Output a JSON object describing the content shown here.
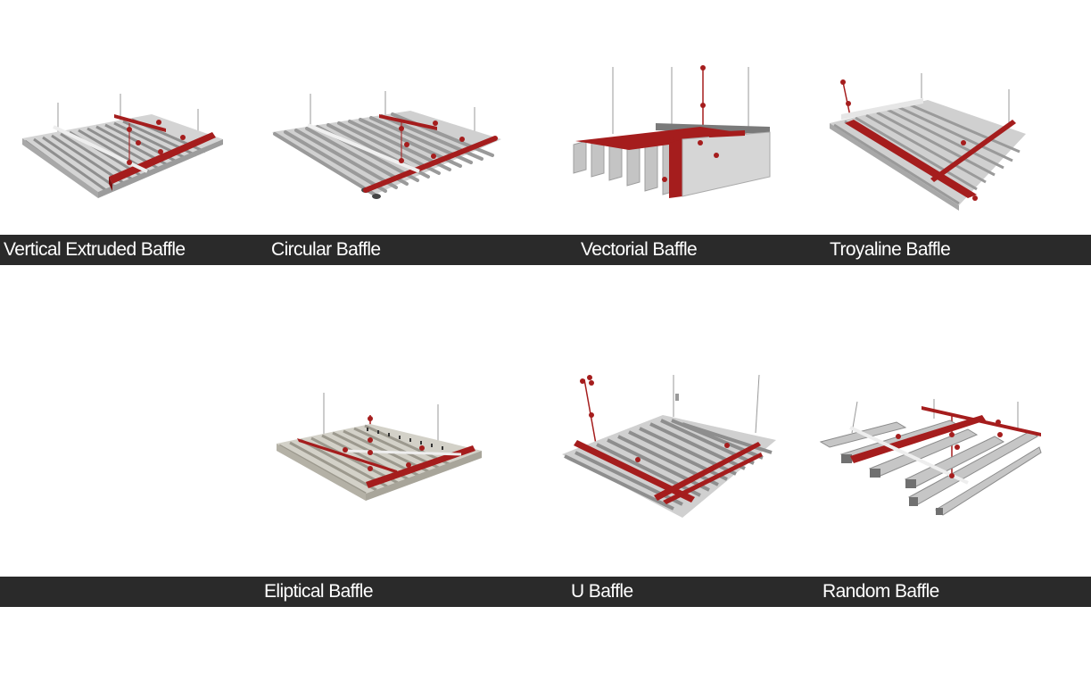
{
  "rows": [
    {
      "labels": [
        {
          "id": "vertical-extruded",
          "text": "Vertical Extruded Baffle"
        },
        {
          "id": "circular",
          "text": "Circular  Baffle"
        },
        {
          "id": "vectorial",
          "text": "Vectorial Baffle"
        },
        {
          "id": "troyaline",
          "text": "Troyaline Baffle"
        }
      ]
    },
    {
      "labels": [
        {
          "id": "eliptical",
          "text": "Eliptical  Baffle"
        },
        {
          "id": "u",
          "text": "U Baffle"
        },
        {
          "id": "random",
          "text": "Random Baffle"
        }
      ]
    }
  ],
  "colors": {
    "band": "#2a2a2a",
    "label_text": "#ffffff",
    "carrier": "#a51d1d",
    "aluminum": "#c9c9c9",
    "aluminum_shadow": "#8f8f8f"
  }
}
